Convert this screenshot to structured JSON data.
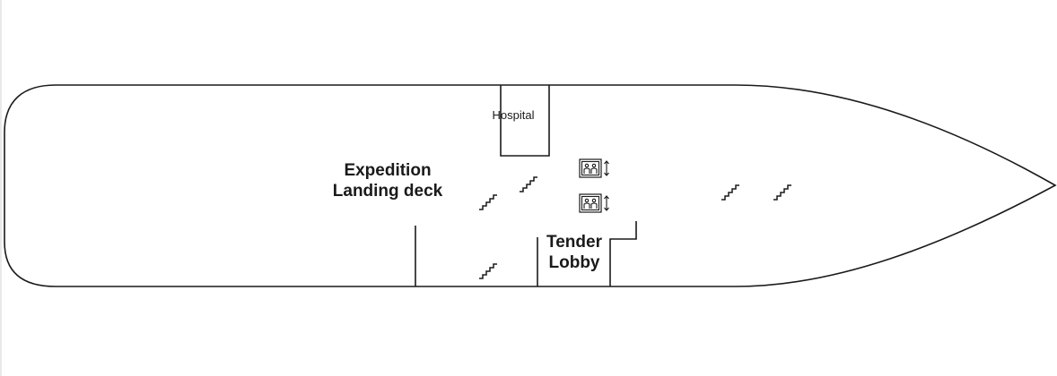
{
  "deck_plan": {
    "labels": {
      "hospital": "Hospital",
      "expedition_line1": "Expedition",
      "expedition_line2": "Landing deck",
      "tender_line1": "Tender",
      "tender_line2": "Lobby"
    },
    "icons": {
      "elevator": "elevator-icon",
      "stairs": "stairs-icon"
    },
    "colors": {
      "line": "#1a1a1a",
      "background": "#ffffff"
    }
  }
}
